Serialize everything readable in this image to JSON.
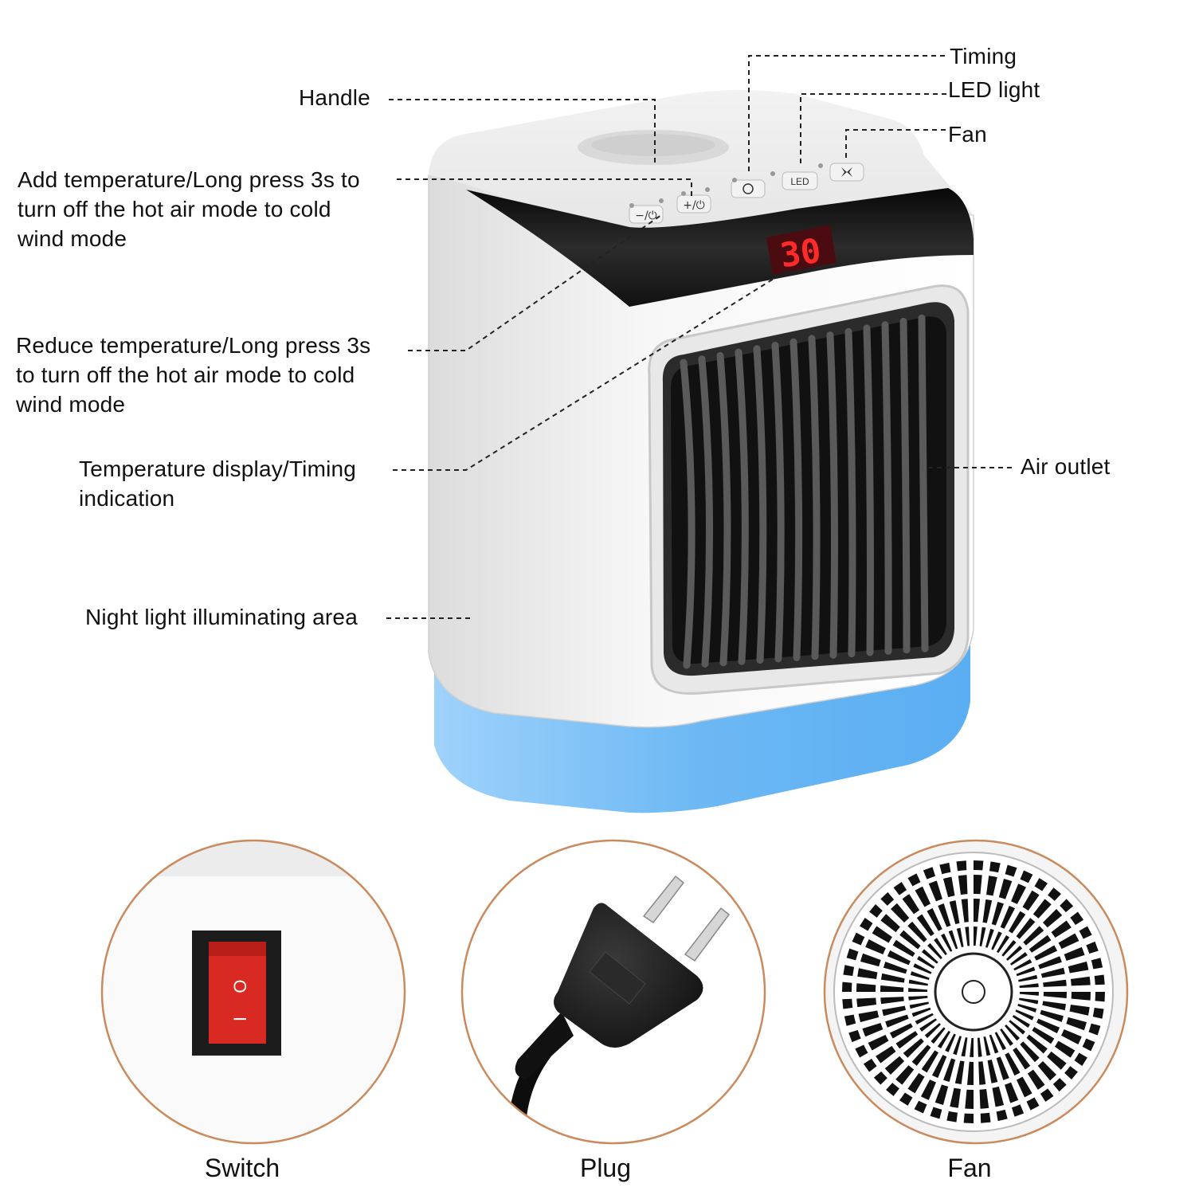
{
  "callouts": {
    "timing": "Timing",
    "led_light": "LED light",
    "fan": "Fan",
    "handle": "Handle",
    "add_temperature": "Add temperature/Long press 3s to\nturn off the hot air mode to cold\nwind mode",
    "reduce_temperature": "Reduce temperature/Long press 3s\nto turn off the hot air mode to cold\nwind mode",
    "temperature_display": "Temperature display/Timing\nindication",
    "air_outlet": "Air outlet",
    "night_light": "Night light illuminating area"
  },
  "control_panel": {
    "minus_button": "−/⏻",
    "plus_button": "+/⏻",
    "led_button": "LED"
  },
  "display_value": "30",
  "details": {
    "switch_caption": "Switch",
    "switch_marks": [
      "O",
      "I"
    ],
    "plug_caption": "Plug",
    "fan_caption": "Fan"
  },
  "colors": {
    "night_light": "#6cb8f4",
    "display_red": "#ff2a2a",
    "switch_red": "#d82a22",
    "circle_border": "#c98a5e"
  }
}
